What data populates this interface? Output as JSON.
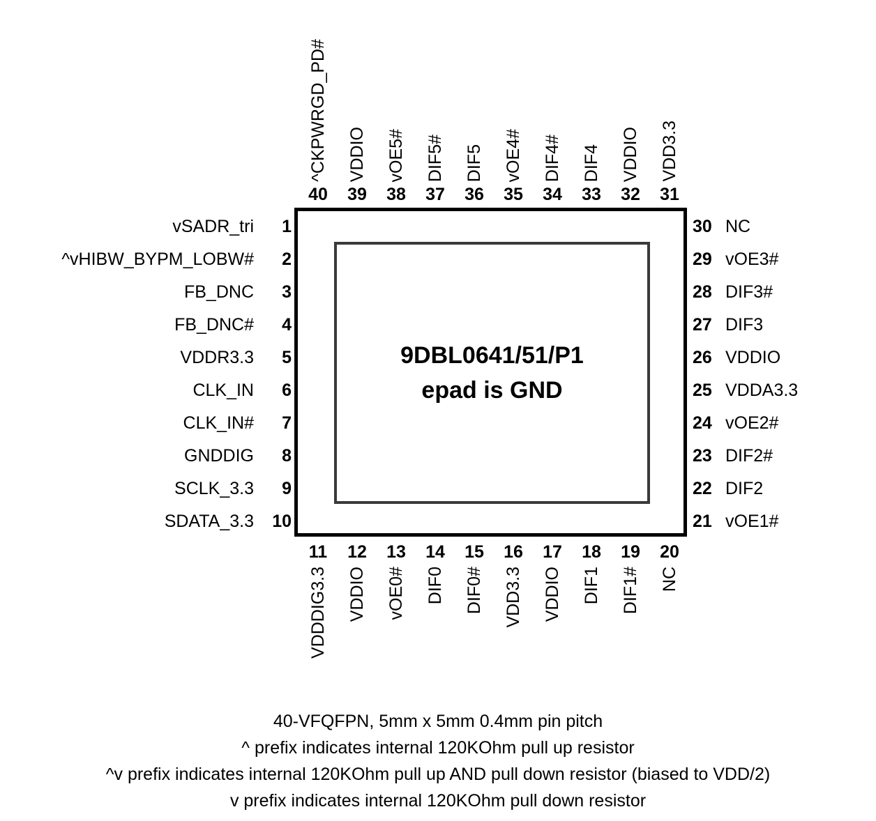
{
  "package": {
    "center_lines": [
      "9DBL0641/51/P1",
      "epad is GND"
    ]
  },
  "pins": {
    "left": [
      {
        "num": "1",
        "label": "vSADR_tri"
      },
      {
        "num": "2",
        "label": "^vHIBW_BYPM_LOBW#"
      },
      {
        "num": "3",
        "label": "FB_DNC"
      },
      {
        "num": "4",
        "label": "FB_DNC#"
      },
      {
        "num": "5",
        "label": "VDDR3.3"
      },
      {
        "num": "6",
        "label": "CLK_IN"
      },
      {
        "num": "7",
        "label": "CLK_IN#"
      },
      {
        "num": "8",
        "label": "GNDDIG"
      },
      {
        "num": "9",
        "label": "SCLK_3.3"
      },
      {
        "num": "10",
        "label": "SDATA_3.3"
      }
    ],
    "bottom": [
      {
        "num": "11",
        "label": "VDDDIG3.3"
      },
      {
        "num": "12",
        "label": "VDDIO"
      },
      {
        "num": "13",
        "label": "vOE0#"
      },
      {
        "num": "14",
        "label": "DIF0"
      },
      {
        "num": "15",
        "label": "DIF0#"
      },
      {
        "num": "16",
        "label": "VDD3.3"
      },
      {
        "num": "17",
        "label": "VDDIO"
      },
      {
        "num": "18",
        "label": "DIF1"
      },
      {
        "num": "19",
        "label": "DIF1#"
      },
      {
        "num": "20",
        "label": "NC"
      }
    ],
    "right": [
      {
        "num": "30",
        "label": "NC"
      },
      {
        "num": "29",
        "label": "vOE3#"
      },
      {
        "num": "28",
        "label": "DIF3#"
      },
      {
        "num": "27",
        "label": "DIF3"
      },
      {
        "num": "26",
        "label": "VDDIO"
      },
      {
        "num": "25",
        "label": "VDDA3.3"
      },
      {
        "num": "24",
        "label": "vOE2#"
      },
      {
        "num": "23",
        "label": "DIF2#"
      },
      {
        "num": "22",
        "label": "DIF2"
      },
      {
        "num": "21",
        "label": "vOE1#"
      }
    ],
    "top": [
      {
        "num": "40",
        "label": "^CKPWRGD_PD#"
      },
      {
        "num": "39",
        "label": "VDDIO"
      },
      {
        "num": "38",
        "label": "vOE5#"
      },
      {
        "num": "37",
        "label": "DIF5#"
      },
      {
        "num": "36",
        "label": "DIF5"
      },
      {
        "num": "35",
        "label": "vOE4#"
      },
      {
        "num": "34",
        "label": "DIF4#"
      },
      {
        "num": "33",
        "label": "DIF4"
      },
      {
        "num": "32",
        "label": "VDDIO"
      },
      {
        "num": "31",
        "label": "VDD3.3"
      }
    ]
  },
  "footer": {
    "notes": [
      "40-VFQFPN, 5mm x 5mm 0.4mm pin pitch",
      "^ prefix indicates internal 120KOhm pull up resistor",
      "^v prefix indicates internal 120KOhm pull up AND pull down resistor (biased to VDD/2)",
      "v prefix indicates internal 120KOhm pull down resistor"
    ]
  },
  "colors": {
    "outline": "#000000",
    "inner_outline": "#3a3a3a",
    "text": "#000000",
    "background": "#ffffff"
  }
}
